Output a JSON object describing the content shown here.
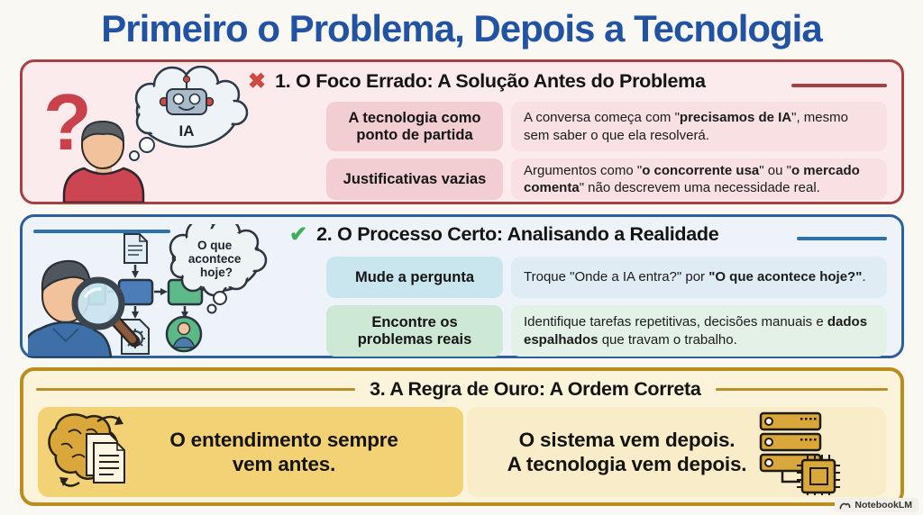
{
  "title": "Primeiro o Problema, Depois a Tecnologia",
  "watermark": "NotebookLM",
  "colors": {
    "title_blue": "#2253a3",
    "wrong_red_border": "#a64043",
    "right_blue_border": "#2d5f9b",
    "golden_border": "#bb8d1c",
    "x_mark_red": "#cf4a42",
    "check_green": "#3fae59"
  },
  "sections": [
    {
      "heading": "1. O Foco Errado: A Solução Antes do Problema",
      "bubble_label": "IA",
      "rows": [
        {
          "label": "A tecnologia como ponto de partida",
          "desc": [
            {
              "t": "A conversa começa com \""
            },
            {
              "t": "precisamos de IA",
              "b": true
            },
            {
              "t": "\", mesmo sem saber o que ela resolverá."
            }
          ]
        },
        {
          "label": "Justificativas vazias",
          "desc": [
            {
              "t": "Argumentos como \""
            },
            {
              "t": "o concorrente usa",
              "b": true
            },
            {
              "t": "\" ou \""
            },
            {
              "t": "o mercado comenta",
              "b": true
            },
            {
              "t": "\" não descrevem uma necessidade real."
            }
          ]
        }
      ]
    },
    {
      "heading": "2. O Processo Certo: Analisando a Realidade",
      "bubble_lines": [
        "O que",
        "acontece",
        "hoje?"
      ],
      "rows": [
        {
          "label": "Mude a pergunta",
          "desc": [
            {
              "t": "Troque \"Onde a IA entra?\" por "
            },
            {
              "t": "\"O que acontece hoje?\"",
              "b": true
            },
            {
              "t": "."
            }
          ]
        },
        {
          "label": "Encontre os problemas reais",
          "desc": [
            {
              "t": "Identifique tarefas repetitivas, decisões manuais e "
            },
            {
              "t": "dados espalhados",
              "b": true
            },
            {
              "t": " que travam o trabalho."
            }
          ]
        }
      ]
    },
    {
      "heading": "3. A Regra de Ouro: A Ordem Correta",
      "left_statement": "O entendimento sempre vem antes.",
      "right_statement_lines": [
        "O sistema vem depois.",
        "A tecnologia vem depois."
      ]
    }
  ]
}
